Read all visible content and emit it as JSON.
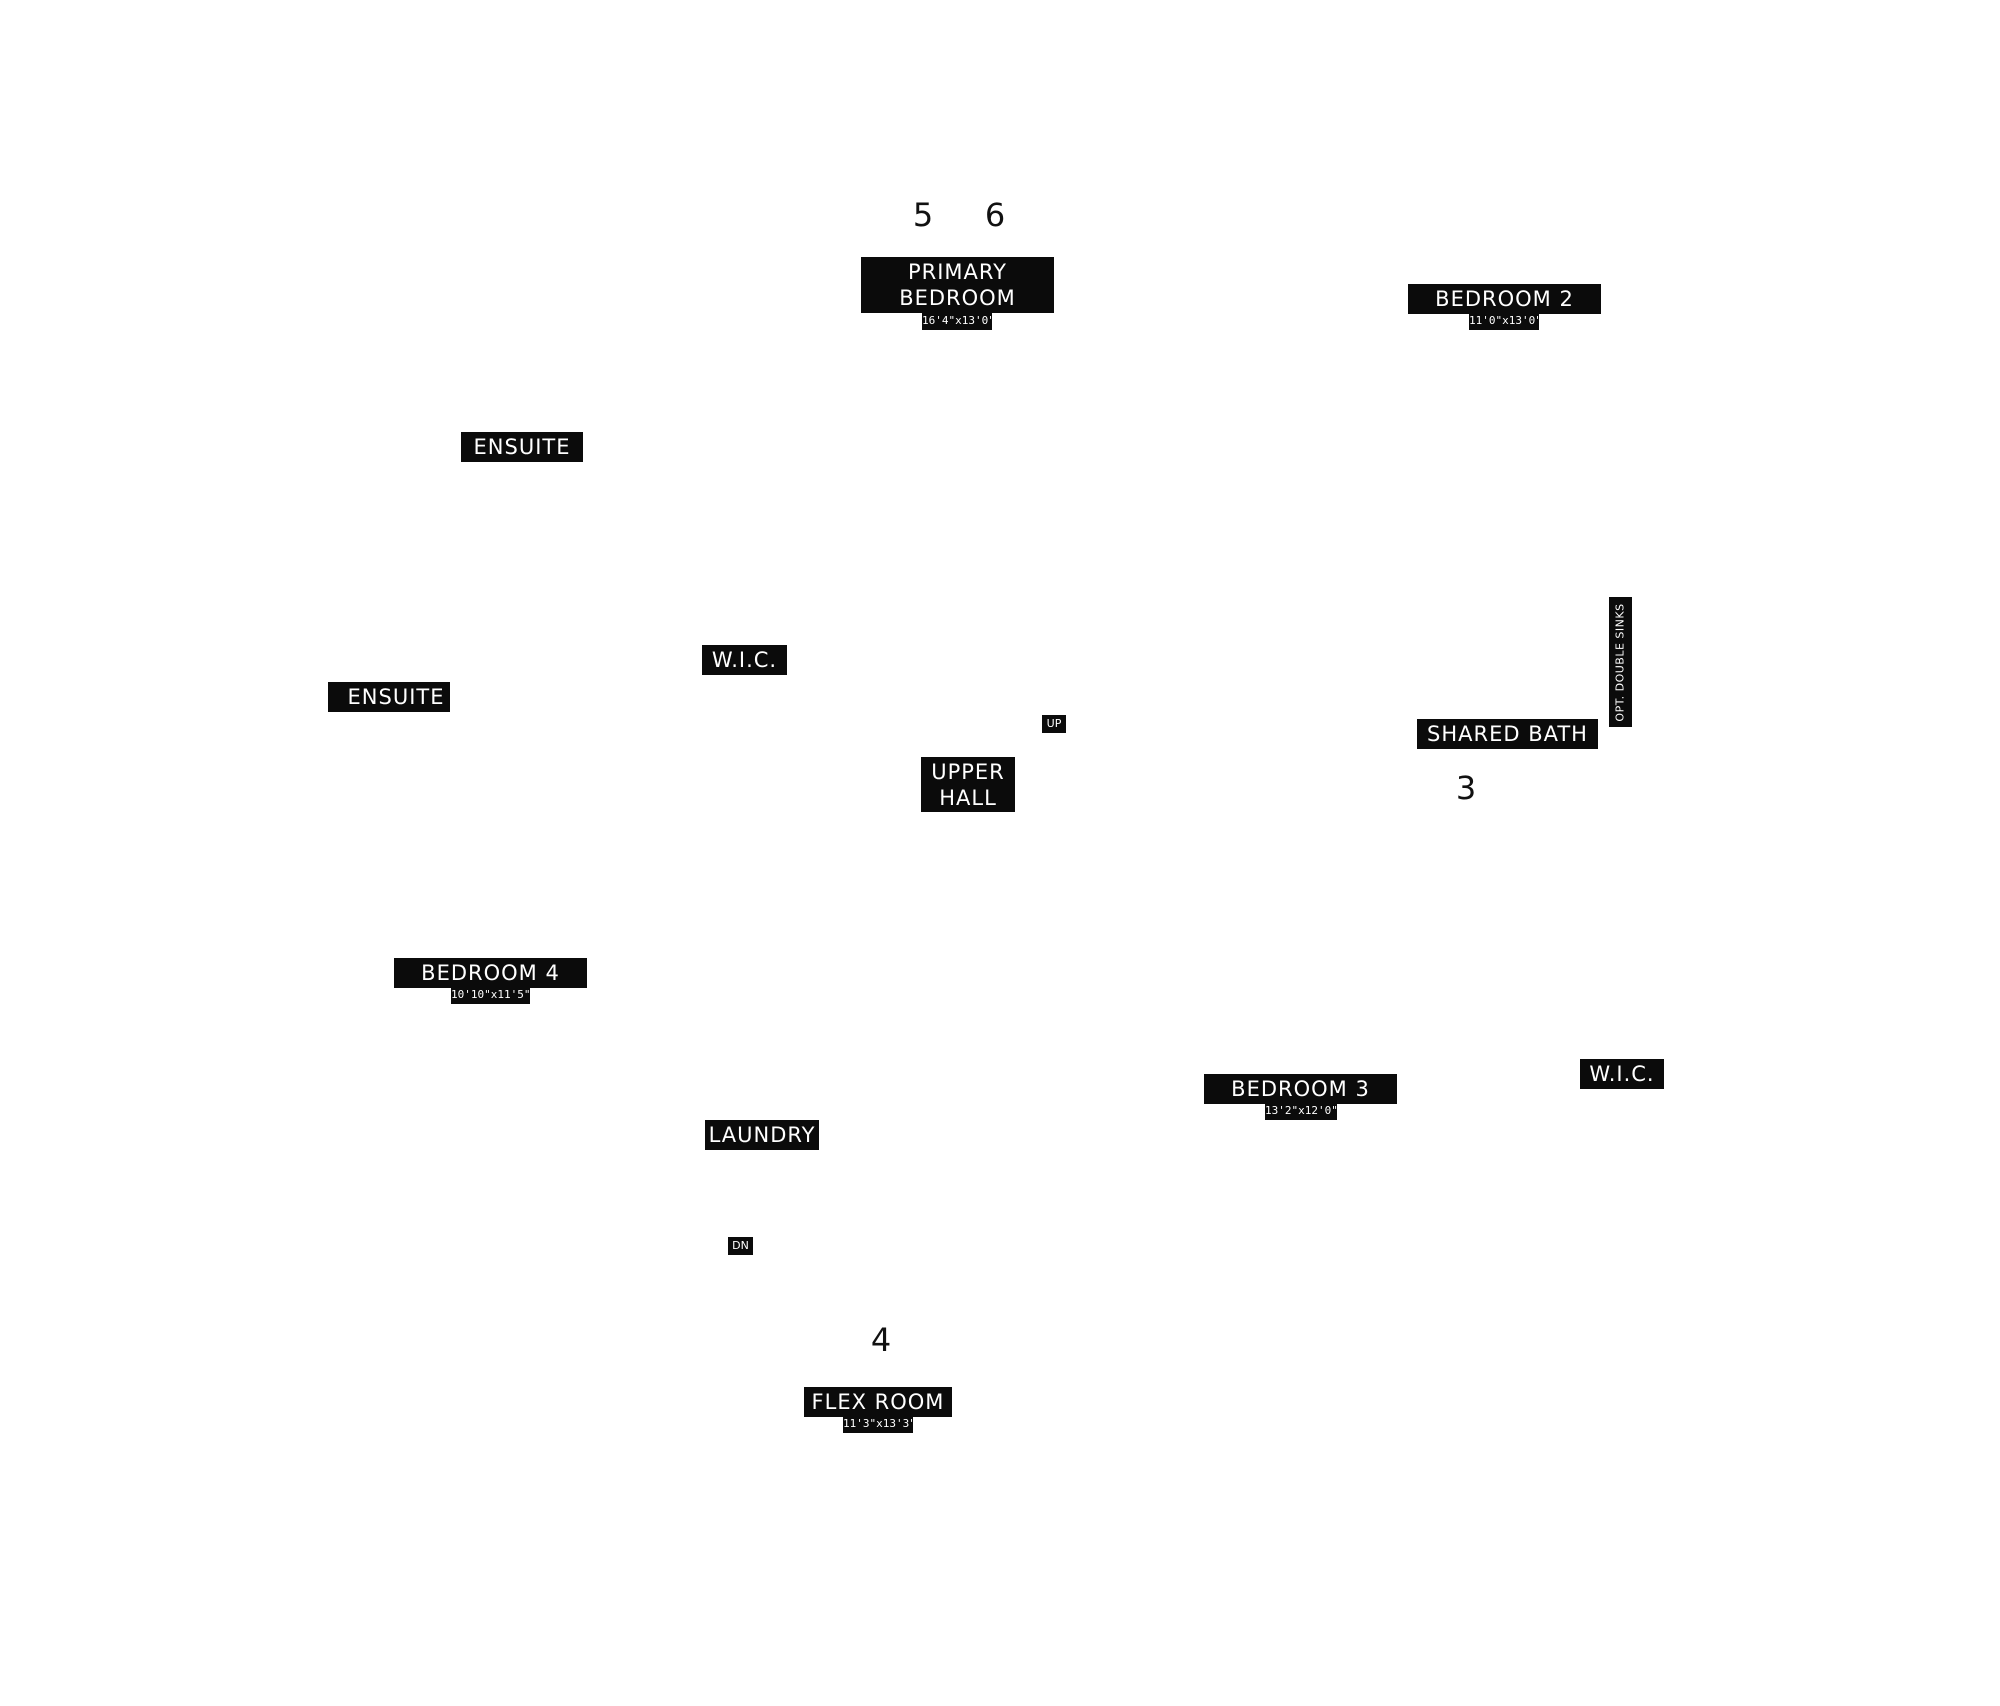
{
  "rooms": {
    "primary_bedroom": {
      "line1": "PRIMARY",
      "line2": "BEDROOM",
      "dims": "16'4\"x13'0\""
    },
    "bedroom_2": {
      "name": "BEDROOM 2",
      "dims": "11'0\"x13'0\""
    },
    "ensuite_upper": {
      "name": "ENSUITE"
    },
    "ensuite_lower": {
      "name": "ENSUITE"
    },
    "wic_left": {
      "name": "W.I.C."
    },
    "upper_hall": {
      "line1": "UPPER",
      "line2": "HALL"
    },
    "shared_bath": {
      "name": "SHARED BATH"
    },
    "bedroom_4": {
      "name": "BEDROOM 4",
      "dims": "10'10\"x11'5\""
    },
    "bedroom_3": {
      "name": "BEDROOM 3",
      "dims": "13'2\"x12'0\""
    },
    "wic_right": {
      "name": "W.I.C."
    },
    "laundry": {
      "name": "LAUNDRY"
    },
    "flex_room": {
      "name": "FLEX ROOM",
      "dims": "11'3\"x13'3\""
    }
  },
  "annotations": {
    "opt_double_sinks": "OPT. DOUBLE SINKS",
    "stair_up": "UP",
    "stair_down": "DN"
  },
  "view_numbers": {
    "n5": "5",
    "n6": "6",
    "n3": "3",
    "n4": "4"
  }
}
